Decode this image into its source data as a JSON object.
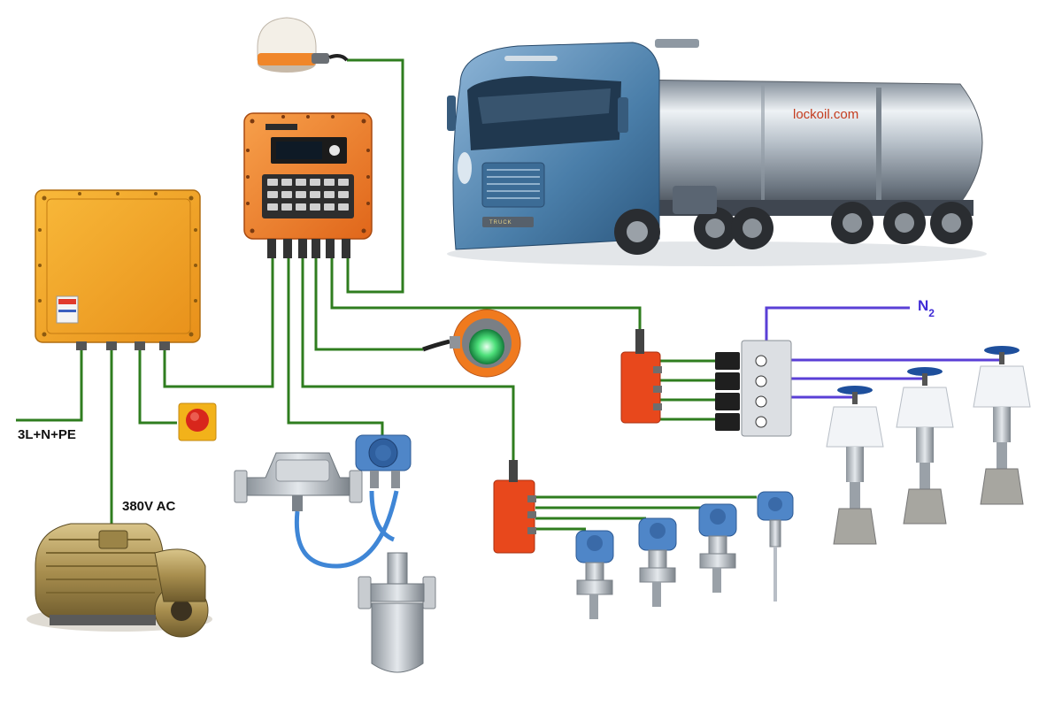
{
  "labels": {
    "power_supply": "3L+N+PE",
    "voltage": "380V AC",
    "website": "lockoil.com",
    "nitrogen_base": "N",
    "nitrogen_sub": "2",
    "truck_badge": "TRUCK"
  },
  "colors": {
    "signal_wire": "#2f7d1f",
    "nitrogen_line": "#5a3fd6",
    "enclosure_orange": "#f07a1e",
    "power_box_orange": "#f4a21c",
    "junction_red": "#e8481c",
    "transmitter_blue": "#4f86c8",
    "truck_blue": "#4f86b8",
    "tank_silver": "#b9c2cb",
    "flow_cable_blue": "#3f86d6"
  }
}
